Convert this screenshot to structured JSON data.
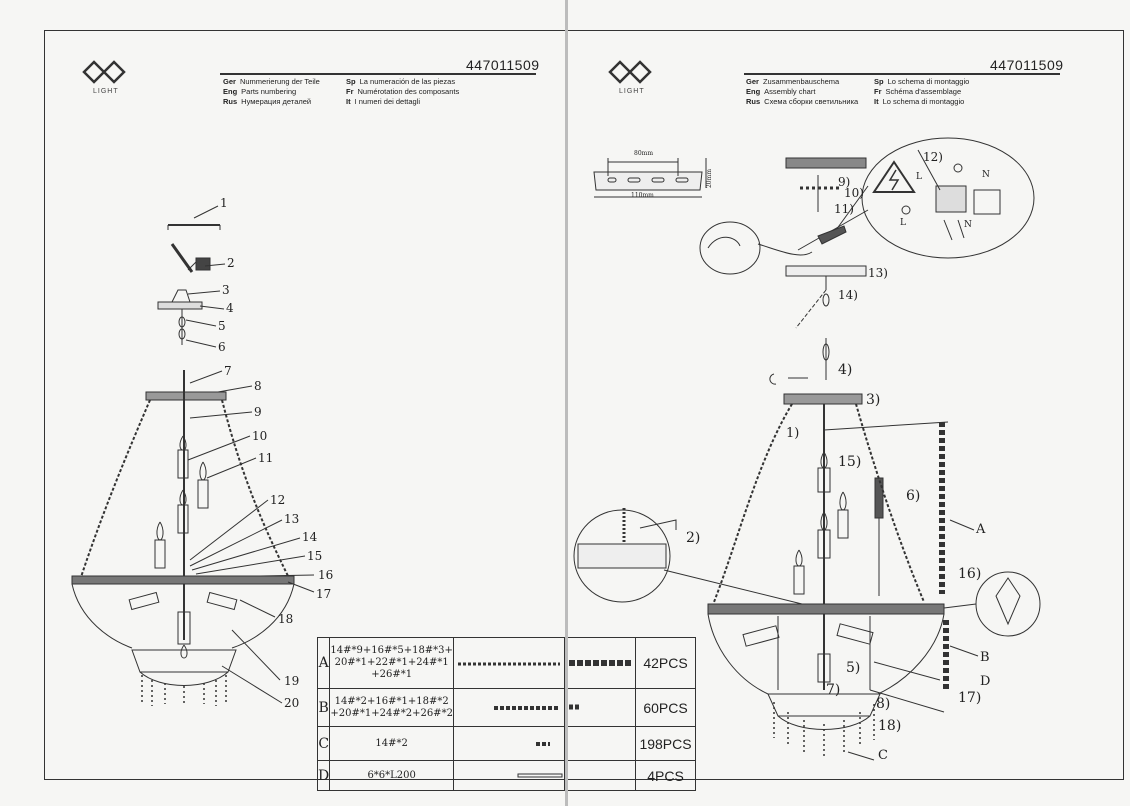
{
  "left_page": {
    "doc_number": "447011509",
    "logo_text": "LIGHT",
    "header": {
      "col1": [
        {
          "lang": "Ger",
          "text": "Nummerierung der Teile"
        },
        {
          "lang": "Eng",
          "text": "Parts numbering"
        },
        {
          "lang": "Rus",
          "text": "Нумерация деталей"
        }
      ],
      "col2": [
        {
          "lang": "Sp",
          "text": "La numeración de las piezas"
        },
        {
          "lang": "Fr",
          "text": "Numérotation des composants"
        },
        {
          "lang": "It",
          "text": "I numeri dei dettagli"
        }
      ]
    },
    "callouts": [
      "1",
      "2",
      "3",
      "4",
      "5",
      "6",
      "7",
      "8",
      "9",
      "10",
      "11",
      "12",
      "13",
      "14",
      "15",
      "16",
      "17",
      "18",
      "19",
      "20"
    ],
    "parts_table": [
      {
        "letter": "A",
        "code": "14#*9+16#*5+18#*3+\n20#*1+22#*1+24#*1\n+26#*1",
        "qty": "42PCS"
      },
      {
        "letter": "B",
        "code": "14#*2+16#*1+18#*2\n+20#*1+24#*2+26#*2",
        "qty": "60PCS"
      },
      {
        "letter": "C",
        "code": "14#*2",
        "qty": "198PCS"
      },
      {
        "letter": "D",
        "code": "6*6*L200",
        "qty": "4PCS"
      }
    ]
  },
  "right_page": {
    "doc_number": "447011509",
    "logo_text": "LIGHT",
    "header": {
      "col1": [
        {
          "lang": "Ger",
          "text": "Zusammenbauschema"
        },
        {
          "lang": "Eng",
          "text": "Assembly chart"
        },
        {
          "lang": "Rus",
          "text": "Схема сборки светильника"
        }
      ],
      "col2": [
        {
          "lang": "Sp",
          "text": "Lo schema di montaggio"
        },
        {
          "lang": "Fr",
          "text": "Schéma d'assemblage"
        },
        {
          "lang": "It",
          "text": "Lo schema di montaggio"
        }
      ]
    },
    "bracket_dims": {
      "width": "80mm",
      "length": "110mm",
      "height": "20mm"
    },
    "wiring_labels": {
      "n1": "N",
      "n2": "N",
      "l1": "L",
      "l2": "L"
    },
    "steps": {
      "s1": "1)",
      "s2": "2)",
      "s3": "3)",
      "s4": "4)",
      "s5": "5)",
      "s6": "6)",
      "s7": "7)",
      "s8": "8)",
      "s9": "9)",
      "s10": "10)",
      "s11": "11)",
      "s12": "12)",
      "s13": "13)",
      "s14": "14)",
      "s15": "15)",
      "s16": "16)",
      "s17": "17)",
      "s18": "18)"
    },
    "part_letters": {
      "a": "A",
      "b": "B",
      "c": "C",
      "d": "D"
    }
  }
}
